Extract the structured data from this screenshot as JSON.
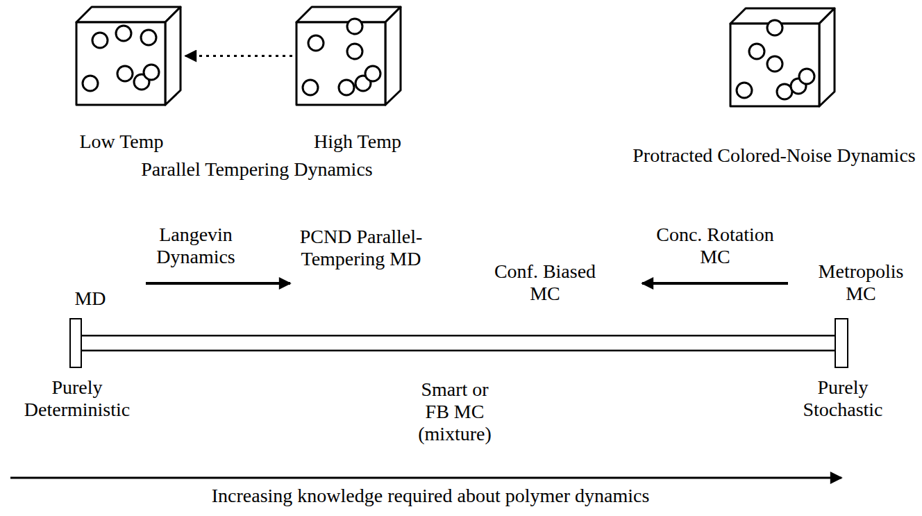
{
  "diagram": {
    "nodes": [
      {
        "text": [
          "Low Temp"
        ]
      },
      {
        "text": [
          "High Temp"
        ]
      },
      {
        "text": [
          "Protracted Colored-Noise Dynamics"
        ]
      },
      {
        "text": [
          "Purely Deterministic"
        ]
      },
      {
        "text": [
          "Purely Stochastic"
        ]
      }
    ],
    "edges": [
      {
        "from": 1,
        "to": 0,
        "arrow": "to"
      },
      {
        "from": 3,
        "to": 4,
        "arrow": "none"
      }
    ],
    "labels": [
      "Parallel Tempering Dynamics",
      "Langevin Dynamics",
      "PCND Parallel-Tempering MD",
      "Conc. Rotation MC",
      "MD",
      "Conf. Biased MC",
      "Metropolis MC",
      "Smart or FB MC (mixture)",
      "Increasing knowledge required about polymer dynamics"
    ]
  }
}
